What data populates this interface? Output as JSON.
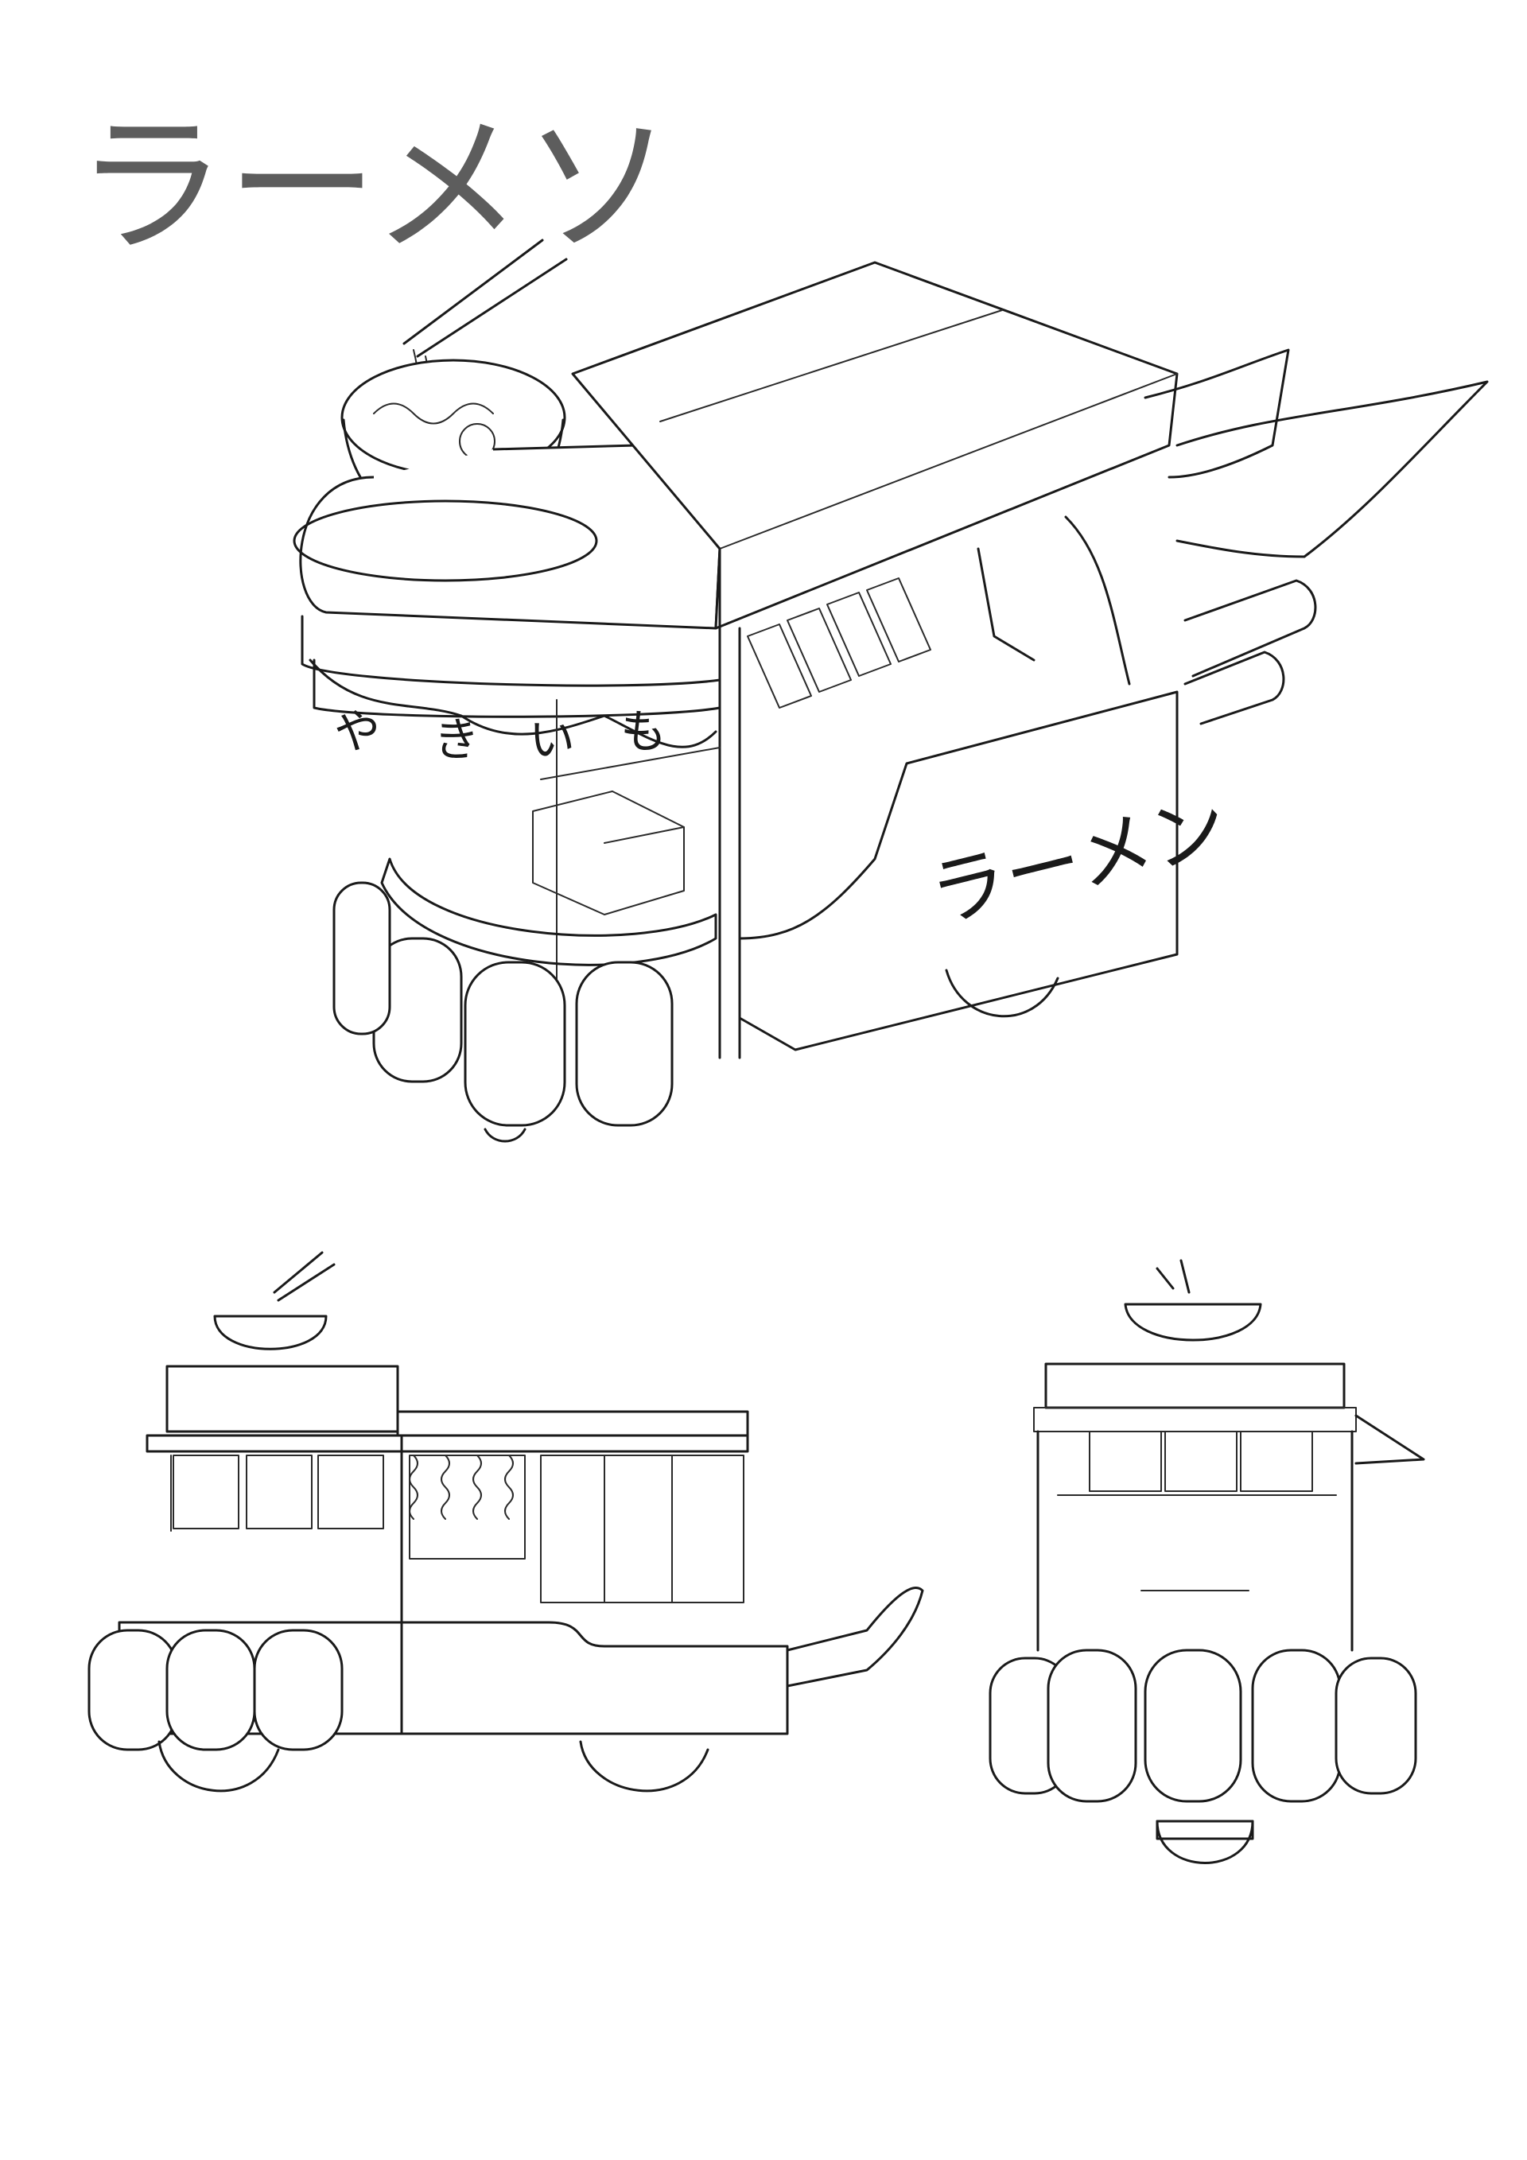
{
  "header": {
    "title": "ラーメソ"
  },
  "signs": {
    "main_cart": "ラーメン",
    "banner_chars": [
      "や",
      "き",
      "い",
      "も"
    ]
  },
  "palette": {
    "ink": "#1a1a1a",
    "paper": "#ffffff"
  }
}
